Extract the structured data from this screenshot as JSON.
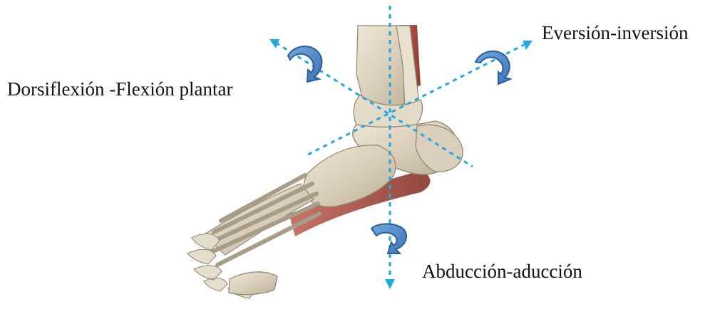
{
  "diagram": {
    "labels": {
      "eversion_inversion": "Eversión-inversión",
      "dorsiflexion_plantar_flexion": "Dorsiflexión -Flexión plantar",
      "abduction_adduction": "Abducción-aducción"
    },
    "colors": {
      "axis": "#1EAAE3",
      "rotation_arrow_fill": "#4A84C4",
      "rotation_arrow_stroke": "#2A5F9C",
      "bone": "#D8D0BC",
      "bone_shadow": "#A59C86",
      "muscle": "#B35A4E"
    },
    "icons": [
      "rotation-arrow-icon",
      "axis-arrowhead-icon"
    ]
  }
}
